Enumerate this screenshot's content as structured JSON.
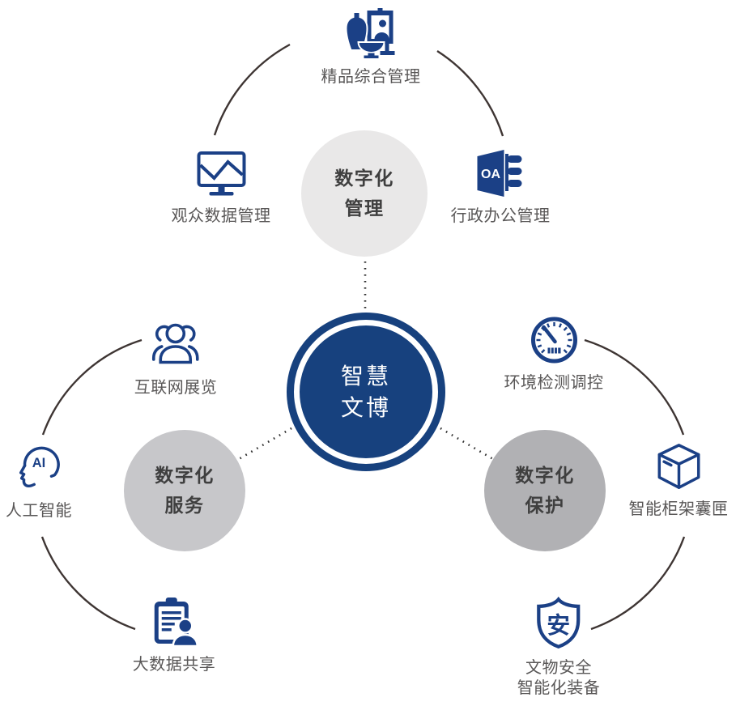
{
  "diagram": {
    "center": {
      "line1": "智慧",
      "line2": "文博"
    },
    "hubs": {
      "management": {
        "line1": "数字化",
        "line2": "管理"
      },
      "service": {
        "line1": "数字化",
        "line2": "服务"
      },
      "protection": {
        "line1": "数字化",
        "line2": "保护"
      }
    },
    "nodes": {
      "boutique": {
        "label": "精品综合管理"
      },
      "visitor_data": {
        "label": "观众数据管理"
      },
      "office": {
        "label": "行政办公管理",
        "icon_text": "OA"
      },
      "internet_exhibition": {
        "label": "互联网展览"
      },
      "ai": {
        "label": "人工智能",
        "icon_text": "AI"
      },
      "big_data": {
        "label": "大数据共享"
      },
      "environment": {
        "label": "环境检测调控"
      },
      "cabinet": {
        "label": "智能柜架囊匣"
      },
      "relic_safety": {
        "label_line1": "文物安全",
        "label_line2": "智能化装备",
        "icon_text": "安"
      }
    },
    "colors": {
      "primary_blue": "#17417E",
      "icon_blue": "#1B4086",
      "hub_light_gray": "#E9E8E8",
      "hub_medium_gray": "#C7C7CA",
      "hub_dark_gray": "#B1B1B4",
      "arc_line": "#3E3533",
      "dotted_line": "#2E2E2E",
      "label_text": "#595757",
      "hub_text": "#3F3F3F"
    }
  }
}
